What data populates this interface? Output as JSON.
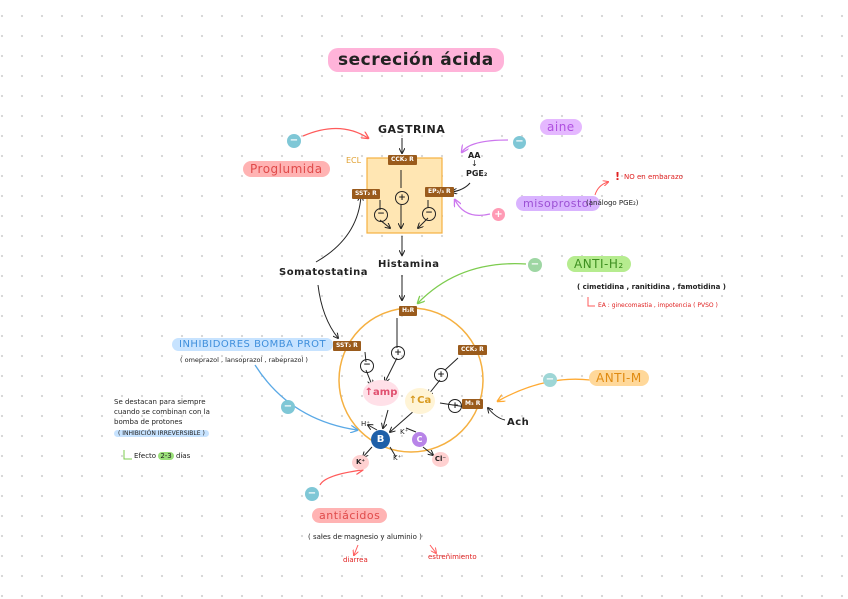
{
  "title": "secreción ácida",
  "cell_top": {
    "ecl": "ECL",
    "cck2": "CCK₂ R",
    "sst2": "SST₂ R",
    "ep": "EP₂/₃ R"
  },
  "gastrina": "GASTRINA",
  "aa": "AA",
  "pge2": "PGE₂",
  "aine": "aine",
  "proglumida": "Proglumida",
  "misoprostol": "misoprostol",
  "misoprostol_note": "(análogo PGE₂)",
  "no_embarazo": "NO en embarazo",
  "somatostatina": "Somatostatina",
  "histamina": "Histamina",
  "anti_h2": "ANTI-H₂",
  "anti_h2_drugs": "( cimetidina , ranitidina , famotidina )",
  "anti_h2_ea": "EA : ginecomastia , impotencia ( PVSO )",
  "parietal": {
    "h2r": "H₂R",
    "sst2": "SST₂ R",
    "cck2": "CCK₂ R",
    "m3": "M₃ R",
    "camp": "↑amp",
    "ca": "↑Ca",
    "b": "B",
    "c": "C",
    "h": "H⁺",
    "k1": "K⁺",
    "k2": "K⁺",
    "k3": "K⁺",
    "cl": "Cl⁻"
  },
  "ach": "Ach",
  "anti_m": "ANTI-M",
  "ibp": "INHIBIDORES BOMBA PROT",
  "ibp_drugs": "( omeprazol , lansoprazol , rabeprazol )",
  "ibp_desc": [
    "Se destacan para siempre",
    "cuando se combinan con la",
    "bomba de protones"
  ],
  "ibp_irrev": "( INHIBICIÓN IRREVERSIBLE )",
  "efecto_a": "Efecto",
  "efecto_b": "2-3",
  "efecto_c": "días",
  "antiacidos": "antiácidos",
  "antiacidos_note": "( sales de magnesio y aluminio )",
  "diarrea": "diarrea",
  "estrenimiento": "estreñimiento",
  "colors": {
    "pink": "#ffb3d9",
    "red": "#ff6b6b",
    "purple": "#d9a6ff",
    "green": "#7dcc4f",
    "blue": "#a8d4ff",
    "orange": "#ffc266",
    "brown": "#9a5b1c"
  }
}
